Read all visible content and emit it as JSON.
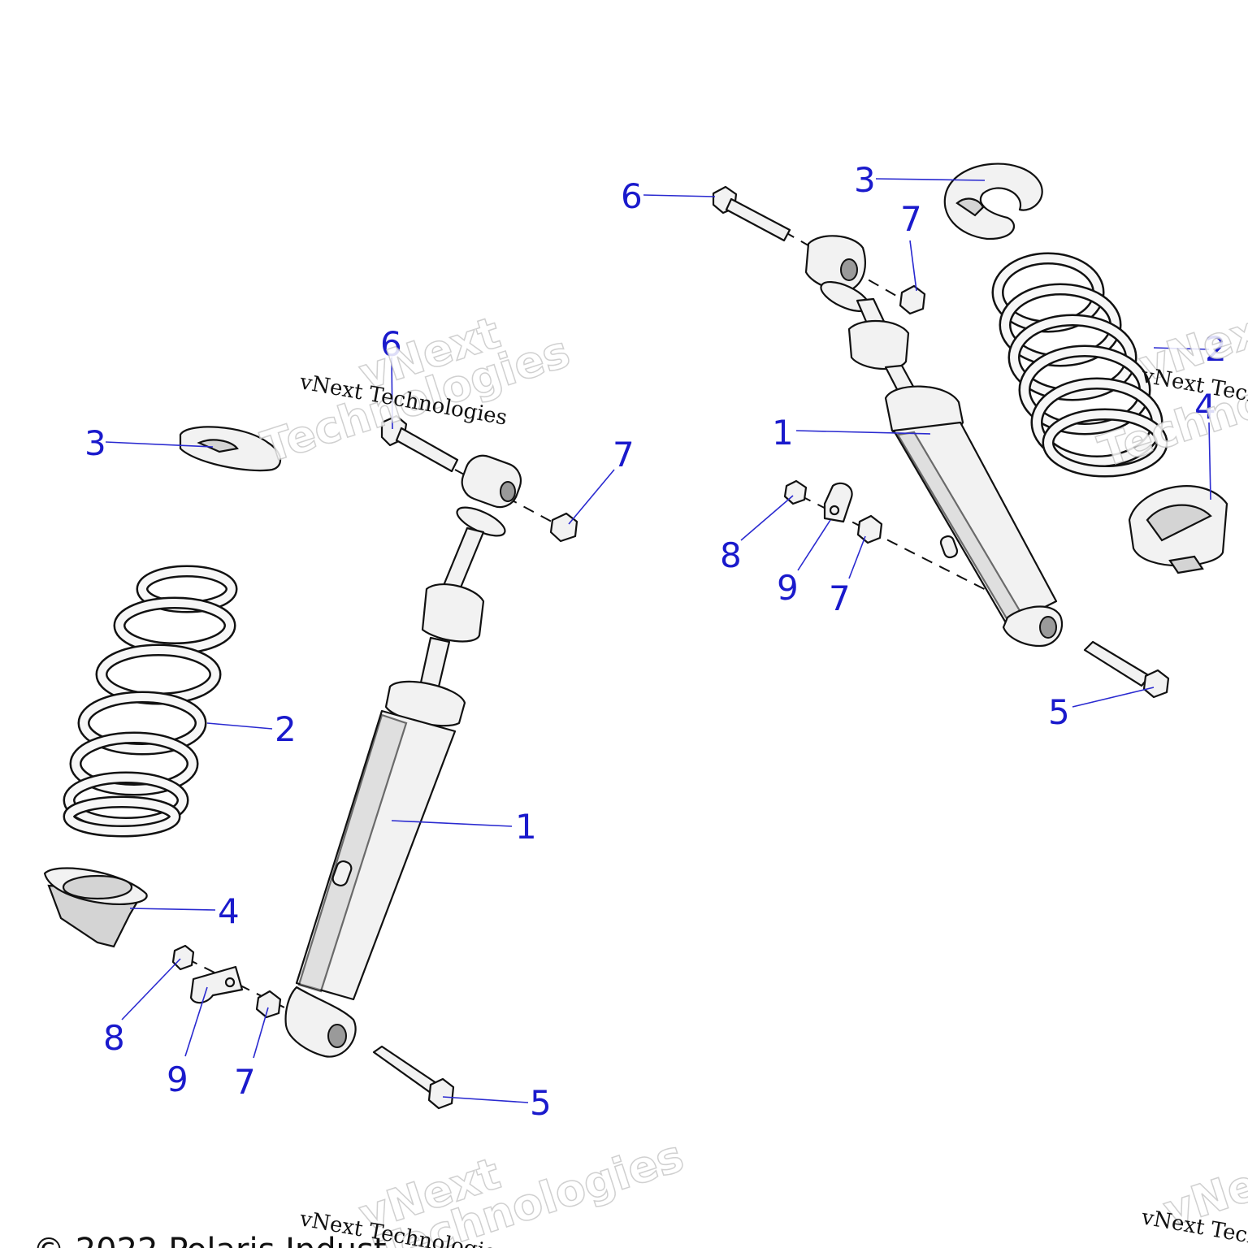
{
  "diagram": {
    "watermark": {
      "line1": "vNext",
      "line2": "Technologies",
      "small": "vNext Technologies"
    },
    "copyright_partial": "© 2022 Polaris Indust",
    "left_assembly": {
      "callouts": [
        {
          "id": "shock",
          "label": "1"
        },
        {
          "id": "spring",
          "label": "2"
        },
        {
          "id": "upper-retainer",
          "label": "3"
        },
        {
          "id": "lower-retainer",
          "label": "4"
        },
        {
          "id": "lower-bolt",
          "label": "5"
        },
        {
          "id": "upper-bolt",
          "label": "6"
        },
        {
          "id": "upper-nut",
          "label": "7"
        },
        {
          "id": "clamp-nut",
          "label": "7"
        },
        {
          "id": "small-nut",
          "label": "8"
        },
        {
          "id": "clamp",
          "label": "9"
        }
      ]
    },
    "right_assembly": {
      "callouts": [
        {
          "id": "shock",
          "label": "1"
        },
        {
          "id": "spring",
          "label": "2"
        },
        {
          "id": "upper-retainer",
          "label": "3"
        },
        {
          "id": "lower-retainer",
          "label": "4"
        },
        {
          "id": "lower-bolt",
          "label": "5"
        },
        {
          "id": "upper-bolt",
          "label": "6"
        },
        {
          "id": "upper-nut",
          "label": "7"
        },
        {
          "id": "clamp-nut",
          "label": "7"
        },
        {
          "id": "small-nut",
          "label": "8"
        },
        {
          "id": "clamp",
          "label": "9"
        }
      ]
    }
  }
}
